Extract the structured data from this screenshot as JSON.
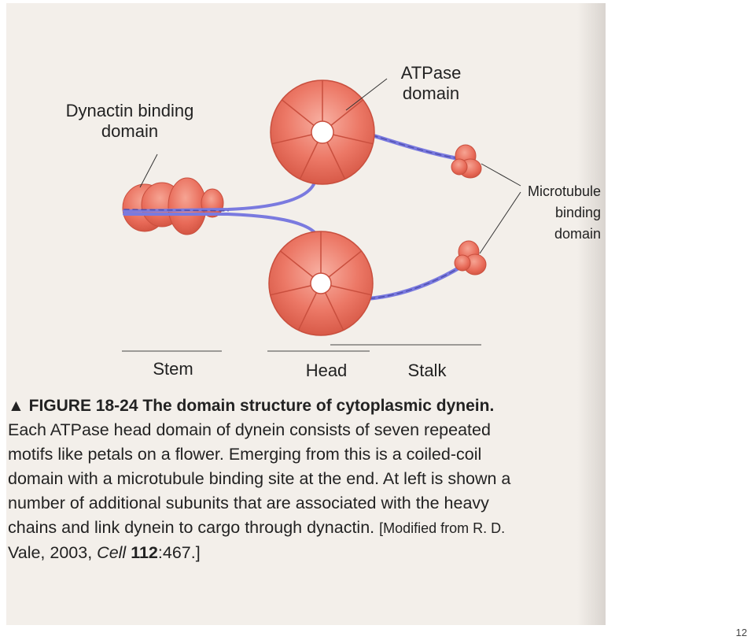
{
  "labels": {
    "dynactin_line1": "Dynactin binding",
    "dynactin_line2": "domain",
    "atpase_line1": "ATPase",
    "atpase_line2": "domain",
    "mt_line1": "Microtubule",
    "mt_line2": "binding",
    "mt_line3": "domain",
    "stem": "Stem",
    "head": "Head",
    "stalk": "Stalk"
  },
  "caption": {
    "marker": "▲",
    "figure": "FIGURE 18-24",
    "title": "The domain structure of cytoplasmic dynein.",
    "line1": "Each ATPase head domain of dynein consists of seven repeated",
    "line2": "motifs like petals on a flower. Emerging from this is a coiled-coil",
    "line3": "domain with a microtubule binding site at the end. At left is shown a",
    "line4": "number of additional subunits that are associated with the heavy",
    "line5": "chains and link dynein to cargo through dynactin.",
    "ref1": "[Modified from R. D.",
    "ref2_author": "Vale, 2003,",
    "ref2_journal": "Cell",
    "ref2_volume": "112",
    "ref2_pages": ":467.]"
  },
  "page_number": "12",
  "colors": {
    "domain_fill": "#e9715f",
    "domain_highlight": "#f6a89a",
    "chain": "#7a7adf",
    "chain_dark": "#4f4fb0",
    "background": "#f3efea"
  }
}
